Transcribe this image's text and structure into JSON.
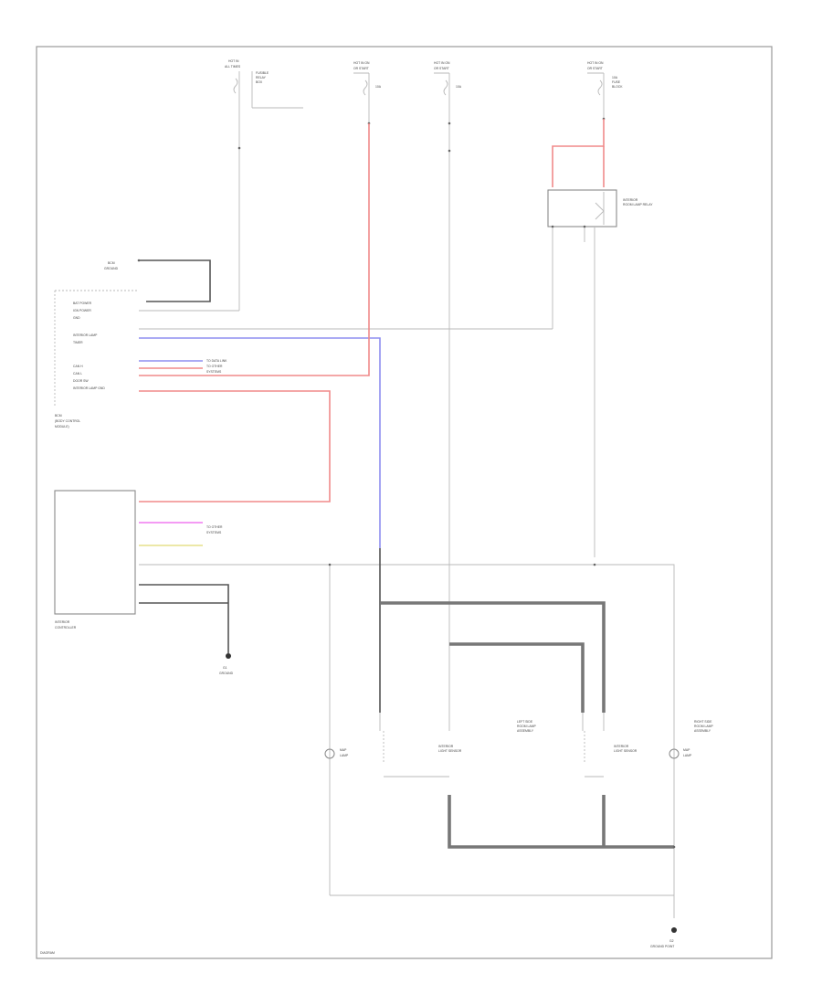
{
  "texts": {
    "hot_a_name": "HOT IN",
    "hot_a_sub": "ALL TIMES",
    "hot_b_name": "HOT IN ON",
    "hot_b_sub": "OR START",
    "hot_c_name": "HOT IN ON",
    "hot_c_sub": "OR START",
    "hot_d_name": "HOT IN ON",
    "hot_d_sub": "OR START",
    "fuse_a_desc_1": "FUSIBLE",
    "fuse_a_desc_2": "RELAY",
    "fuse_a_desc_3": "BOX",
    "fuse_b_amp": "10A",
    "fuse_c_amp": "10A",
    "fuse_d_amp": "10A",
    "fuse_d_desc_1": "FUSE",
    "fuse_d_desc_2": "BLOCK",
    "relay_label_1": "INTERIOR",
    "relay_label_2": "ROOM LAMP RELAY",
    "bcm_ground_label_1": "BCM",
    "bcm_ground_label_2": "GROUND",
    "bcm_pin_1": "BAT POWER",
    "bcm_pin_2": "IGN POWER",
    "bcm_pin_3": "GND",
    "bcm_pin_4": "INTERIOR LAMP",
    "bcm_pin_5": "TIMER",
    "bcm_pin_6": "CAN H",
    "bcm_pin_7": "CAN L",
    "bcm_pin_8": "DOOR SW",
    "bcm_pin_9": "INTERIOR LAMP GND",
    "bcm_name_1": "BCM",
    "bcm_name_2": "(BODY CONTROL",
    "bcm_name_3": "MODULE)",
    "bcm_to_1": "TO DATA LINK",
    "bcm_to_2": "TO OTHER",
    "bcm_to_3": "SYSTEMS",
    "ctrl_to_1": "TO OTHER",
    "ctrl_to_2": "SYSTEMS",
    "controller_name_1": "INTERIOR",
    "controller_name_2": "CONTROLLER",
    "ground_g1_1": "G1",
    "ground_g1_2": "GROUND",
    "ground_g2_1": "G2",
    "ground_g2_2": "GROUND POINT",
    "lamp_left_1": "MAP",
    "lamp_left_2": "LAMP",
    "lamp_right_1": "MAP",
    "lamp_right_2": "LAMP",
    "sensor_left_1": "INTERIOR",
    "sensor_left_2": "LIGHT SENSOR",
    "sensor_right_1": "INTERIOR",
    "sensor_right_2": "LIGHT SENSOR",
    "assembly_center_1": "LEFT SIDE",
    "assembly_center_2": "ROOM LAMP",
    "assembly_center_3": "ASSEMBLY",
    "assembly_right_1": "RIGHT SIDE",
    "assembly_right_2": "ROOM LAMP",
    "assembly_right_3": "ASSEMBLY",
    "footer_code": "DIAGRAM"
  },
  "colors": {
    "red_wire": "#f08a8a",
    "blue_wire": "#8f8ff0",
    "pink_wire": "#f07af0",
    "yellow_wire": "#e6e08a",
    "black_wire": "#555555",
    "gray_wire": "#b9b9b9"
  }
}
